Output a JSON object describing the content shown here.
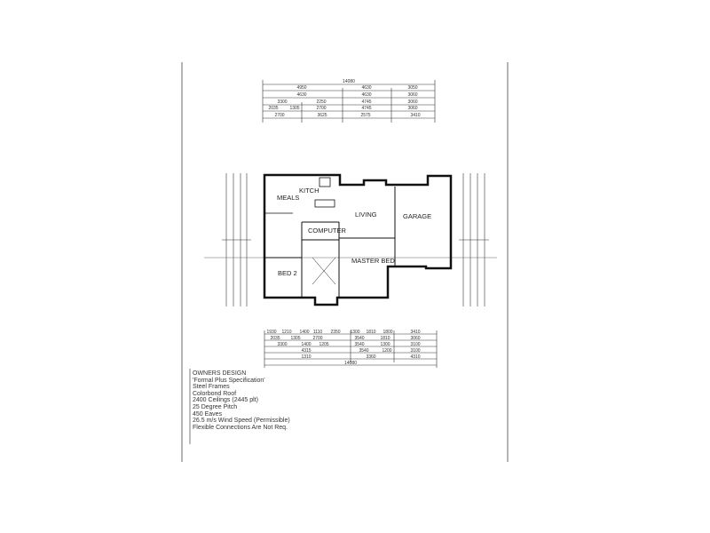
{
  "plan": {
    "rooms": {
      "meals": "MEALS",
      "kitchen": "KITCH",
      "living": "LIVING",
      "garage": "GARAGE",
      "computer": "COMPUTER",
      "master_bed": "MASTER BED",
      "bed2": "BED 2"
    },
    "top_dimensions": {
      "overall": "14080",
      "row2": [
        "4950",
        "4630",
        "3050"
      ],
      "row3": [
        "4630",
        "4630",
        "3060"
      ],
      "row4": [
        "3300",
        "2250",
        "4745",
        "3060"
      ],
      "row5": [
        "2035",
        "1305",
        "2700",
        "4745",
        "3060"
      ],
      "row6": [
        "2700",
        "3625",
        "2575",
        "3410"
      ]
    },
    "bottom_dimensions": {
      "row1": [
        "1930",
        "1210",
        "1400",
        "1110",
        "2350",
        "1300",
        "1810",
        "1800",
        "3410"
      ],
      "row2": [
        "2035",
        "1305",
        "2700",
        "3540",
        "1810",
        "3060"
      ],
      "row3": [
        "3300",
        "1400",
        "1205",
        "3540",
        "1300",
        "3100"
      ],
      "row4": [
        "4315",
        "3540",
        "1200",
        "3100"
      ],
      "row5": [
        "1310",
        "3360",
        "4310"
      ],
      "overall": "14080"
    }
  },
  "notes": [
    "OWNERS DESIGN",
    "'Formal Plus Specification'",
    "Steel Frames",
    "Colorbond Roof",
    "2400 Ceilings (2445 plt)",
    "25 Degree Pitch",
    "450 Eaves",
    "26.5 m/s Wind Speed (Permissible)",
    "Flexible Connections Are Not Req."
  ],
  "colors": {
    "line": "#222222",
    "paper": "#ffffff"
  }
}
